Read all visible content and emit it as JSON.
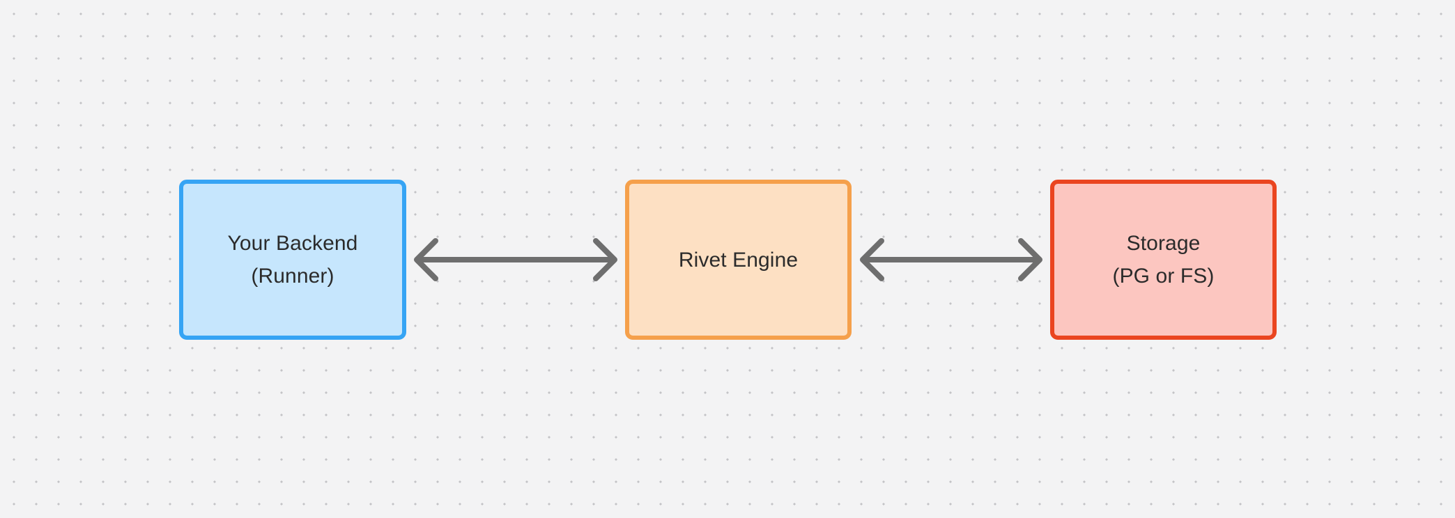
{
  "diagram": {
    "type": "flowchart",
    "orientation": "left-to-right",
    "background": {
      "color": "#f3f3f4",
      "pattern": "dot-grid",
      "dot_color": "#c3c3c6",
      "dot_spacing": 32
    },
    "nodes": [
      {
        "id": "backend",
        "label_lines": [
          "Your Backend",
          "(Runner)"
        ],
        "line1": "Your Backend",
        "line2": "(Runner)",
        "border_color": "#36a4f4",
        "fill_color": "#c6e6fd",
        "text_color": "#2b2b2b"
      },
      {
        "id": "engine",
        "label_lines": [
          "Rivet Engine"
        ],
        "line1": "Rivet Engine",
        "line2": "",
        "border_color": "#f5a04b",
        "fill_color": "#fde0c3",
        "text_color": "#2b2b2b"
      },
      {
        "id": "storage",
        "label_lines": [
          "Storage",
          "(PG or FS)"
        ],
        "line1": "Storage",
        "line2": "(PG or FS)",
        "border_color": "#ea4520",
        "fill_color": "#fcc6c0",
        "text_color": "#2b2b2b"
      }
    ],
    "edges": [
      {
        "id": "backend-engine",
        "from": "backend",
        "to": "engine",
        "label": "",
        "direction": "bidirectional",
        "color": "#6e6e6e"
      },
      {
        "id": "engine-storage",
        "from": "engine",
        "to": "storage",
        "label": "",
        "direction": "bidirectional",
        "color": "#6e6e6e"
      }
    ]
  }
}
